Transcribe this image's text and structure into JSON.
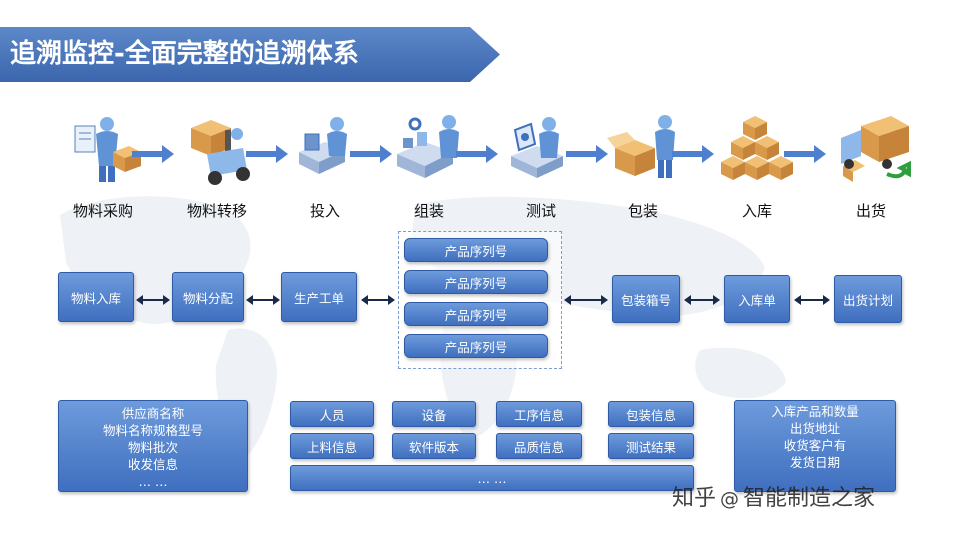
{
  "title": "追溯监控-全面完整的追溯体系",
  "process": [
    {
      "label": "物料采购",
      "icon": "material-purchase-icon"
    },
    {
      "label": "物料转移",
      "icon": "forklift-transfer-icon"
    },
    {
      "label": "投入",
      "icon": "input-worker-icon"
    },
    {
      "label": "组装",
      "icon": "assembly-worker-icon"
    },
    {
      "label": "测试",
      "icon": "testing-worker-icon"
    },
    {
      "label": "包装",
      "icon": "packaging-worker-icon"
    },
    {
      "label": "入库",
      "icon": "stacked-boxes-icon"
    },
    {
      "label": "出货",
      "icon": "delivery-truck-icon"
    }
  ],
  "records": {
    "material_in": "物料入库",
    "material_alloc": "物料分配",
    "work_order": "生产工单",
    "serials": [
      "产品序列号",
      "产品序列号",
      "产品序列号",
      "产品序列号"
    ],
    "pack_box": "包装箱号",
    "stock_in": "入库单",
    "ship_plan": "出货计划"
  },
  "info_left": [
    "供应商名称",
    "物料名称规格型号",
    "物料批次",
    "收发信息",
    "… …"
  ],
  "info_mid": {
    "row1": [
      "人员",
      "设备",
      "工序信息",
      "包装信息"
    ],
    "row2": [
      "上料信息",
      "软件版本",
      "品质信息",
      "测试结果"
    ],
    "more": "… …"
  },
  "info_right": [
    "入库产品和数量",
    "出货地址",
    "收货客户有",
    "发货日期"
  ],
  "watermark": {
    "left": "知乎",
    "at": "@",
    "right": "智能制造之家"
  },
  "colors": {
    "accent": "#3f6fbf",
    "banner": "#4a78bf",
    "arrow": "#4f7fcf"
  }
}
